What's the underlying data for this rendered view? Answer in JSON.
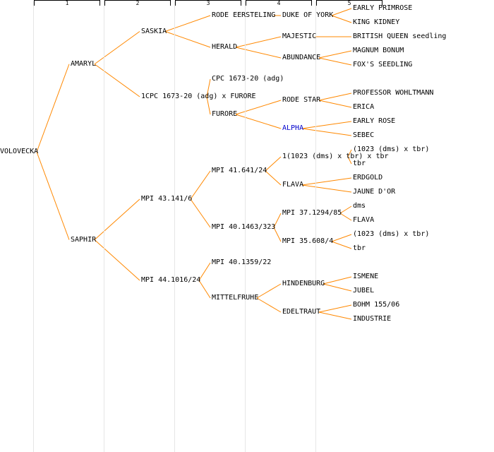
{
  "colors": {
    "connector": "#ff8800",
    "link": "#0000cc",
    "text": "#000000"
  },
  "column_headers": [
    "1",
    "2",
    "3",
    "4",
    "5"
  ],
  "nodes": [
    {
      "id": "VOLOVECKA",
      "label": "VOLOVECKA",
      "gen": 0,
      "parent": null
    },
    {
      "id": "AMARYL",
      "label": "AMARYL",
      "gen": 1,
      "parent": "VOLOVECKA"
    },
    {
      "id": "SAPHIR",
      "label": "SAPHIR",
      "gen": 1,
      "parent": "VOLOVECKA"
    },
    {
      "id": "SASKIA",
      "label": "SASKIA",
      "gen": 2,
      "parent": "AMARYL"
    },
    {
      "id": "CPCX",
      "label": "1CPC 1673-20 (adg) x FURORE",
      "gen": 2,
      "parent": "AMARYL"
    },
    {
      "id": "MPI43",
      "label": "MPI 43.141/6",
      "gen": 2,
      "parent": "SAPHIR"
    },
    {
      "id": "MPI44",
      "label": "MPI 44.1016/24",
      "gen": 2,
      "parent": "SAPHIR"
    },
    {
      "id": "RODEE",
      "label": "RODE EERSTELING",
      "gen": 3,
      "parent": "SASKIA"
    },
    {
      "id": "HERALD",
      "label": "HERALD",
      "gen": 3,
      "parent": "SASKIA"
    },
    {
      "id": "CPC",
      "label": "CPC 1673-20 (adg)",
      "gen": 3,
      "parent": "CPCX"
    },
    {
      "id": "FURORE",
      "label": "FURORE",
      "gen": 3,
      "parent": "CPCX"
    },
    {
      "id": "MPI41",
      "label": "MPI 41.641/24",
      "gen": 3,
      "parent": "MPI43"
    },
    {
      "id": "MPI40a",
      "label": "MPI 40.1463/323",
      "gen": 3,
      "parent": "MPI43"
    },
    {
      "id": "MPI40b",
      "label": "MPI 40.1359/22",
      "gen": 3,
      "parent": "MPI44"
    },
    {
      "id": "MITTEL",
      "label": "MITTELFRUHE",
      "gen": 3,
      "parent": "MPI44"
    },
    {
      "id": "DUKE",
      "label": "DUKE OF YORK",
      "gen": 4,
      "parent": "RODEE"
    },
    {
      "id": "MAJESTIC",
      "label": "MAJESTIC",
      "gen": 4,
      "parent": "HERALD"
    },
    {
      "id": "ABUND",
      "label": "ABUNDANCE",
      "gen": 4,
      "parent": "HERALD"
    },
    {
      "id": "RSTAR",
      "label": "RODE STAR",
      "gen": 4,
      "parent": "FURORE"
    },
    {
      "id": "ALPHA",
      "label": "ALPHA",
      "gen": 4,
      "parent": "FURORE",
      "link": true
    },
    {
      "id": "X1023",
      "label": "1(1023 (dms) x tbr) x tbr",
      "gen": 4,
      "parent": "MPI41"
    },
    {
      "id": "FLAVA",
      "label": "FLAVA",
      "gen": 4,
      "parent": "MPI41"
    },
    {
      "id": "MPI37",
      "label": "MPI 37.1294/85",
      "gen": 4,
      "parent": "MPI40a"
    },
    {
      "id": "MPI35",
      "label": "MPI 35.608/4",
      "gen": 4,
      "parent": "MPI40a"
    },
    {
      "id": "HINDEN",
      "label": "HINDENBURG",
      "gen": 4,
      "parent": "MITTEL"
    },
    {
      "id": "EDELT",
      "label": "EDELTRAUT",
      "gen": 4,
      "parent": "MITTEL"
    },
    {
      "id": "EARLYP",
      "label": "EARLY PRIMROSE",
      "gen": 5,
      "parent": "DUKE"
    },
    {
      "id": "KINGK",
      "label": "KING KIDNEY",
      "gen": 5,
      "parent": "DUKE"
    },
    {
      "id": "BRITQ",
      "label": "BRITISH QUEEN seedling",
      "gen": 5,
      "parent": "MAJESTIC"
    },
    {
      "id": "MAGNUM",
      "label": "MAGNUM BONUM",
      "gen": 5,
      "parent": "ABUND"
    },
    {
      "id": "FOXS",
      "label": "FOX'S SEEDLING",
      "gen": 5,
      "parent": "ABUND"
    },
    {
      "id": "PROFW",
      "label": "PROFESSOR WOHLTMANN",
      "gen": 5,
      "parent": "RSTAR"
    },
    {
      "id": "ERICA",
      "label": "ERICA",
      "gen": 5,
      "parent": "RSTAR"
    },
    {
      "id": "EARLYR",
      "label": "EARLY ROSE",
      "gen": 5,
      "parent": "ALPHA"
    },
    {
      "id": "SEBEC",
      "label": "SEBEC",
      "gen": 5,
      "parent": "ALPHA"
    },
    {
      "id": "D1023a",
      "label": "(1023 (dms) x tbr)",
      "gen": 5,
      "parent": "X1023"
    },
    {
      "id": "TBRa",
      "label": "tbr",
      "gen": 5,
      "parent": "X1023"
    },
    {
      "id": "ERDG",
      "label": "ERDGOLD",
      "gen": 5,
      "parent": "FLAVA"
    },
    {
      "id": "JAUNE",
      "label": "JAUNE D'OR",
      "gen": 5,
      "parent": "FLAVA"
    },
    {
      "id": "DMS",
      "label": "dms",
      "gen": 5,
      "parent": "MPI37"
    },
    {
      "id": "FLAVA2",
      "label": "FLAVA",
      "gen": 5,
      "parent": "MPI37"
    },
    {
      "id": "D1023b",
      "label": "(1023 (dms) x tbr)",
      "gen": 5,
      "parent": "MPI35"
    },
    {
      "id": "TBRb",
      "label": "tbr",
      "gen": 5,
      "parent": "MPI35"
    },
    {
      "id": "ISMENE",
      "label": "ISMENE",
      "gen": 5,
      "parent": "HINDEN"
    },
    {
      "id": "JUBEL",
      "label": "JUBEL",
      "gen": 5,
      "parent": "HINDEN"
    },
    {
      "id": "BOHM",
      "label": "BOHM 155/06",
      "gen": 5,
      "parent": "EDELT"
    },
    {
      "id": "INDUS",
      "label": "INDUSTRIE",
      "gen": 5,
      "parent": "EDELT"
    }
  ]
}
